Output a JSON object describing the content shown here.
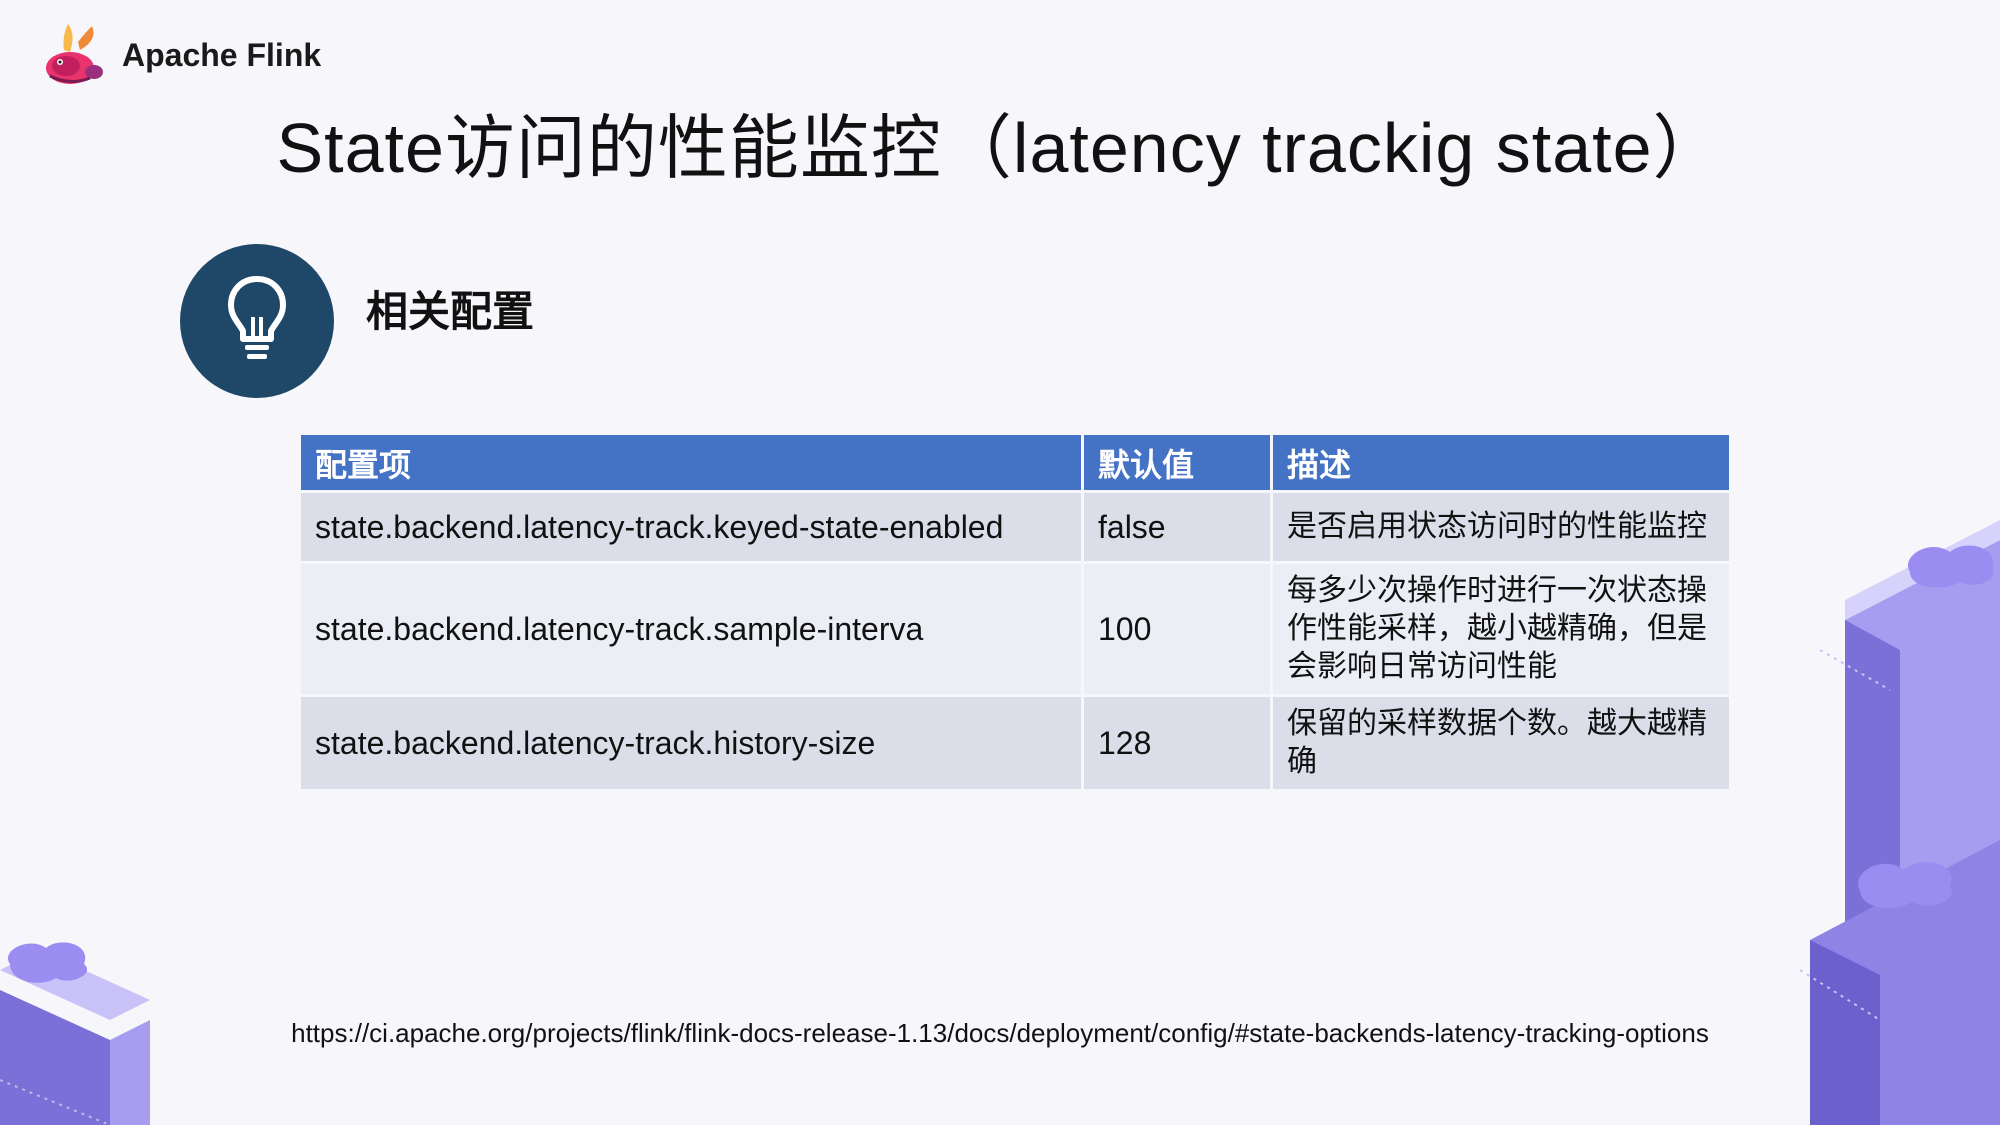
{
  "brand": {
    "name": "Apache Flink",
    "logo_icon": "flink-squirrel-logo"
  },
  "title": "State访问的性能监控（latency trackig state）",
  "section": {
    "icon": "lightbulb-icon",
    "label": "相关配置",
    "icon_bg": "#1f4868"
  },
  "table": {
    "headers": [
      "配置项",
      "默认值",
      "描述"
    ],
    "rows": [
      {
        "key": "state.backend.latency-track.keyed-state-enabled",
        "default": "false",
        "description": "是否启用状态访问时的性能监控"
      },
      {
        "key": "state.backend.latency-track.sample-interva",
        "default": "100",
        "description": "每多少次操作时进行一次状态操作性能采样，越小越精确，但是会影响日常访问性能"
      },
      {
        "key": "state.backend.latency-track.history-size",
        "default": "128",
        "description": "保留的采样数据个数。越大越精确"
      }
    ],
    "header_color": "#4472c4",
    "row_colors": [
      "#dbdde9",
      "#eceef5"
    ]
  },
  "reference_url": "https://ci.apache.org/projects/flink/flink-docs-release-1.13/docs/deployment/config/#state-backends-latency-tracking-options"
}
